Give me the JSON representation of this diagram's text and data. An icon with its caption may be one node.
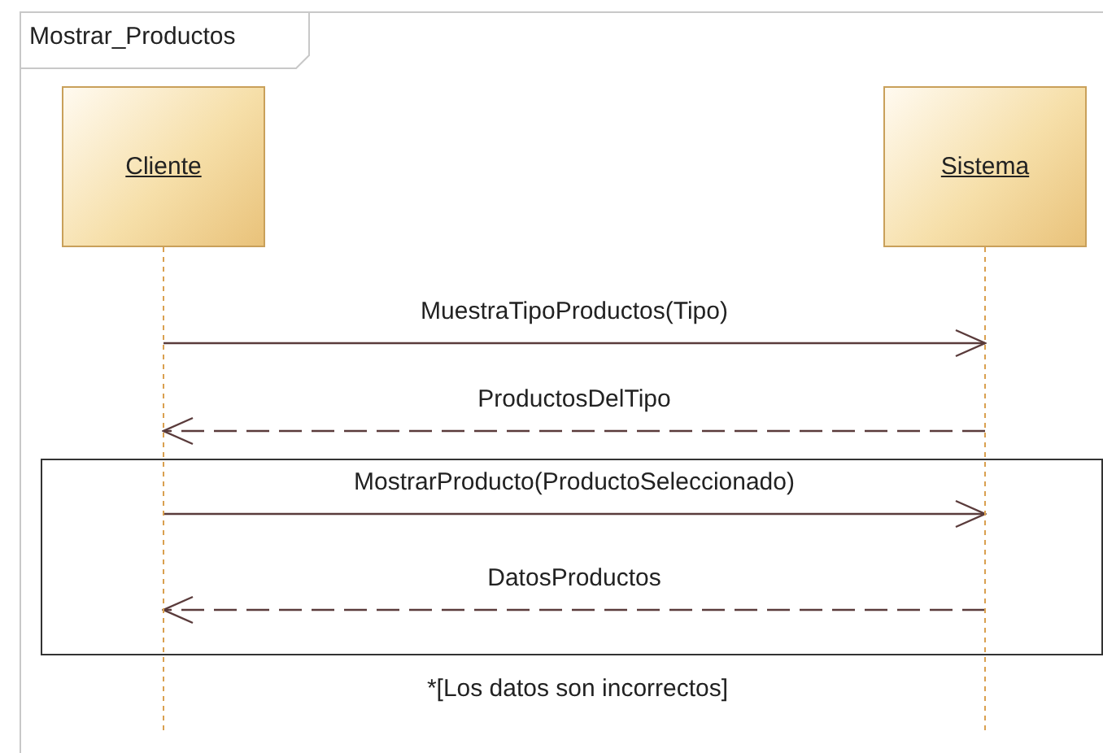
{
  "diagram": {
    "nodes": [
      {
        "text": [
          "Mostrar_Productos"
        ]
      },
      {
        "text": [
          "Cliente"
        ],
        "in": 0
      },
      {
        "text": [
          "Sistema"
        ],
        "in": 0
      }
    ],
    "labels": [
      "*[Los datos son incorrectos]"
    ],
    "edges": [
      {
        "from": 1,
        "to": 2,
        "arrow": "to",
        "label": "MuestraTipoProductos(Tipo)"
      },
      {
        "from": 2,
        "to": 1,
        "arrow": "to",
        "label": "ProductosDelTipo",
        "style": "dashed"
      },
      {
        "from": 1,
        "to": 2,
        "arrow": "to",
        "label": "MostrarProducto(ProductoSeleccionado)"
      },
      {
        "from": 2,
        "to": 1,
        "arrow": "to",
        "label": "DatosProductos",
        "style": "dashed"
      }
    ]
  }
}
